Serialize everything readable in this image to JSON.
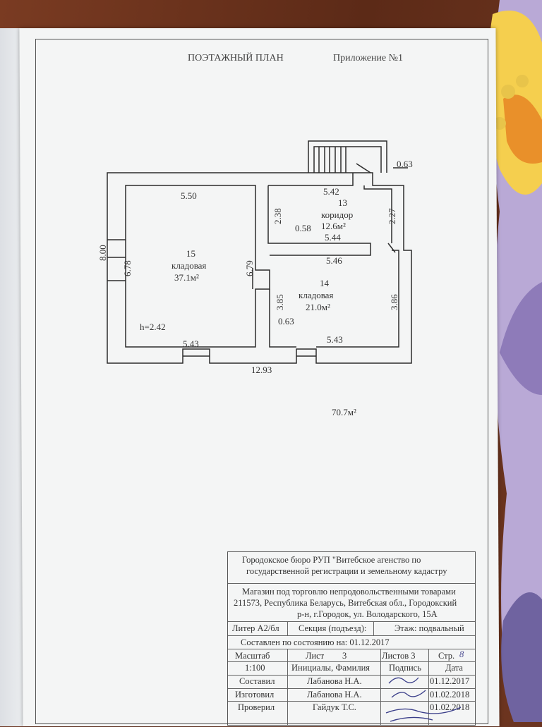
{
  "header": {
    "title": "ПОЭТАЖНЫЙ ПЛАН",
    "appendix": "Приложение №1"
  },
  "plan": {
    "dim_top_right": "0.63",
    "rooms": [
      {
        "number": "15",
        "name": "кладовая",
        "area": "37.1м²"
      },
      {
        "number": "13",
        "name": "коридор",
        "area": "12.6м²"
      },
      {
        "number": "14",
        "name": "кладовая",
        "area": "21.0м²"
      }
    ],
    "dims": {
      "room15_top": "5.50",
      "room15_bottom": "5.43",
      "room15_left": "6.78",
      "room15_right": "6.79",
      "outer_left": "8.00",
      "height": "h=2.42",
      "corr_top": "5.42",
      "corr_left": "2.38",
      "corr_right": "2.27",
      "corr_bottom": "5.44",
      "corr_stub": "0.58",
      "room14_top": "5.46",
      "room14_left": "3.85",
      "room14_right": "3.86",
      "room14_bottom": "5.43",
      "room14_stub": "0.63",
      "overall_width": "12.93"
    },
    "total_area": "70.7м²"
  },
  "stamp": {
    "bureau": [
      "Городокское бюро РУП \"Витебское агенство по",
      "государственной регистрации и земельному кадастру"
    ],
    "object": "Магазин под торговлю непродовольственными товарами",
    "address": [
      "211573, Республика Беларусь, Витебская обл., Городокский",
      "р-н, г.Городок, ул. Володарского, 15А"
    ],
    "liter": "Литер А2/бл",
    "section": "Секция (подъезд):",
    "floor": "Этаж: подвальный",
    "state_date": "Составлен по состоянию на: 01.12.2017",
    "scale_label": "Масштаб",
    "sheet_label": "Лист",
    "sheet_value": "3",
    "sheets_label": "Листов 3",
    "page_label": "Стр.",
    "page_value": "8",
    "scale_value": "1:100",
    "initials_label": "Инициалы, Фамилия",
    "signature_label": "Подпись",
    "date_label": "Дата",
    "rows": [
      {
        "role": "Составил",
        "name": "Лабанова Н.А.",
        "date": "01.12.2017"
      },
      {
        "role": "Изготовил",
        "name": "Лабанова Н.А.",
        "date": "01.02.2018"
      },
      {
        "role": "Проверил",
        "name": "Гайдук Т.С.",
        "date": "01.02.2018"
      }
    ]
  },
  "colors": {
    "paper": "#f4f5f5",
    "ink": "#333333",
    "table": "#6b3420",
    "decor_yellow": "#f2c94c",
    "decor_purple": "#a996c8"
  }
}
